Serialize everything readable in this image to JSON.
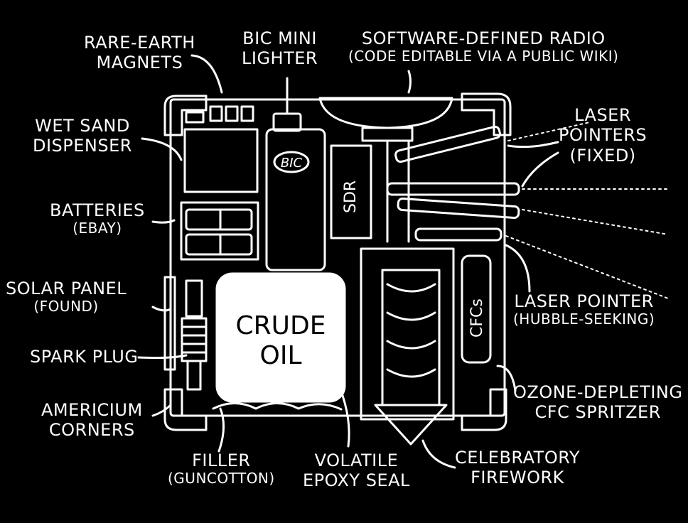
{
  "labels": {
    "rare_earth": [
      "RARE-EARTH",
      "MAGNETS"
    ],
    "bic": [
      "BIC MINI",
      "LIGHTER"
    ],
    "sdr": [
      "SOFTWARE-DEFINED RADIO",
      "(CODE EDITABLE VIA A PUBLIC WIKI)"
    ],
    "wet_sand": [
      "WET SAND",
      "DISPENSER"
    ],
    "laser_fixed": [
      "LASER",
      "POINTERS",
      "(FIXED)"
    ],
    "batteries": [
      "BATTERIES",
      "(EBAY)"
    ],
    "solar": [
      "SOLAR PANEL",
      "(FOUND)"
    ],
    "laser_hubble": [
      "LASER POINTER",
      "(HUBBLE-SEEKING)"
    ],
    "spark": [
      "SPARK PLUG"
    ],
    "americium": [
      "AMERICIUM",
      "CORNERS"
    ],
    "ozone": [
      "OZONE-DEPLETING",
      "CFC SPRITZER"
    ],
    "filler": [
      "FILLER",
      "(GUNCOTTON)"
    ],
    "epoxy": [
      "VOLATILE",
      "EPOXY SEAL"
    ],
    "firework": [
      "CELEBRATORY",
      "FIREWORK"
    ]
  },
  "inner": {
    "crude_oil": [
      "CRUDE",
      "OIL"
    ],
    "bic_logo": "BIC",
    "sdr_box": "SDR",
    "cfc_can": "CFCs"
  }
}
